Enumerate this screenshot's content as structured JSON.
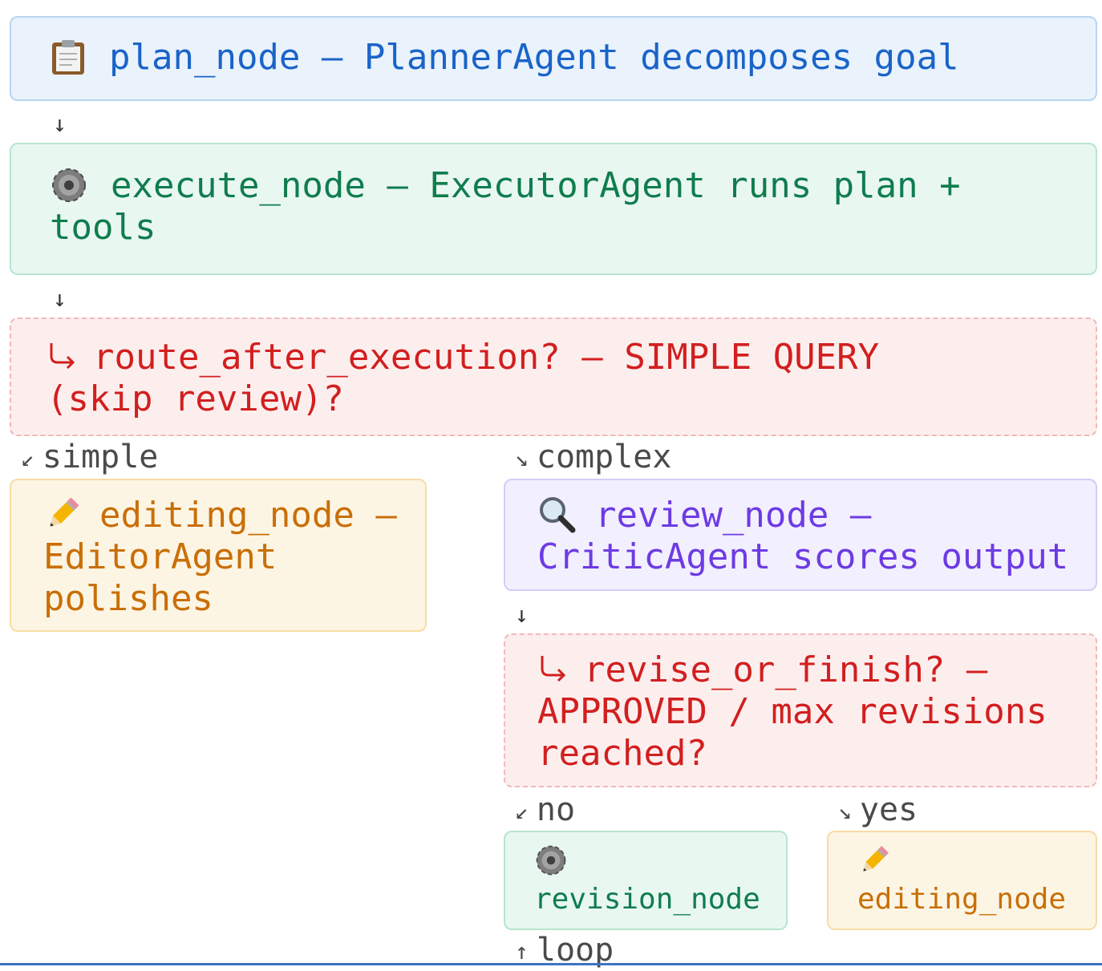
{
  "nodes": {
    "plan": {
      "icon": "clipboard-icon",
      "text": "plan_node — PlannerAgent decomposes goal"
    },
    "execute": {
      "icon": "gear-icon",
      "text": "execute_node — ExecutorAgent runs plan + tools"
    },
    "route_after_execution": {
      "icon": "return-arrow-icon",
      "text": "route_after_execution? — SIMPLE QUERY (skip review)?"
    },
    "editing_simple": {
      "icon": "pencil-icon",
      "text": "editing_node — EditorAgent polishes"
    },
    "review": {
      "icon": "magnifier-icon",
      "text": "review_node — CriticAgent scores output"
    },
    "revise_or_finish": {
      "icon": "return-arrow-icon",
      "text": "revise_or_finish? — APPROVED / max revisions reached?"
    },
    "revision": {
      "icon": "gear-icon",
      "text": "revision_node"
    },
    "editing_final": {
      "icon": "pencil-icon",
      "text": "editing_node"
    }
  },
  "edges": {
    "down_arrow": "↓",
    "simple": {
      "arrow": "↙",
      "label": "simple"
    },
    "complex": {
      "arrow": "↘",
      "label": "complex"
    },
    "no": {
      "arrow": "↙",
      "label": "no"
    },
    "yes": {
      "arrow": "↘",
      "label": "yes"
    },
    "loop": {
      "arrow": "↑",
      "label": "loop"
    }
  },
  "colors": {
    "plan": "#1a64c8",
    "execute": "#0f7d4e",
    "decision": "#d21f1f",
    "editing": "#c96f08",
    "review": "#6d3be3"
  }
}
